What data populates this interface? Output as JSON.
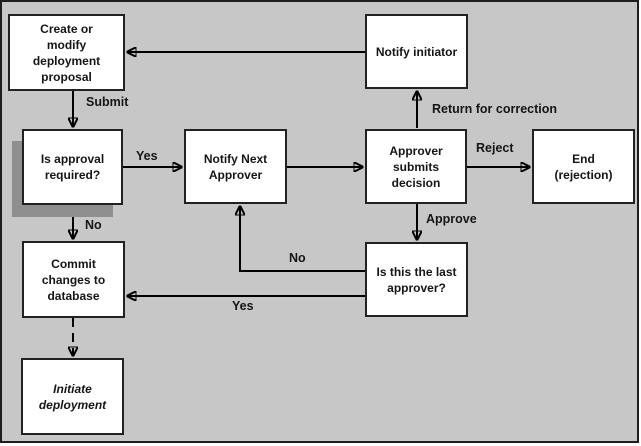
{
  "diagram": {
    "type": "flowchart",
    "topic": "Deployment proposal approval workflow",
    "nodes": {
      "create_proposal": {
        "label": "Create or\nmodify\ndeployment\nproposal"
      },
      "notify_initiator": {
        "label": "Notify initiator"
      },
      "is_approval_required": {
        "label": "Is approval\nrequired?"
      },
      "notify_next_approver": {
        "label": "Notify Next\nApprover"
      },
      "approver_submits_decision": {
        "label": "Approver\nsubmits\ndecision"
      },
      "end_rejection": {
        "label": "End\n(rejection)"
      },
      "commit_changes": {
        "label": "Commit\nchanges to\ndatabase"
      },
      "is_last_approver": {
        "label": "Is this the last\napprover?"
      },
      "initiate_deployment": {
        "label": "Initiate deployment"
      }
    },
    "edge_labels": {
      "submit": "Submit",
      "yes_approval": "Yes",
      "no_approval": "No",
      "return_for_correction": "Return for correction",
      "reject": "Reject",
      "approve": "Approve",
      "no_last": "No",
      "yes_last": "Yes"
    },
    "colors": {
      "background": "#c7c7c7",
      "frame_border": "#1d1d1d",
      "node_fill": "#ffffff",
      "node_border": "#222222",
      "node_shadow": "#8f8f8f",
      "line": "#000000",
      "text": "#151515"
    }
  }
}
